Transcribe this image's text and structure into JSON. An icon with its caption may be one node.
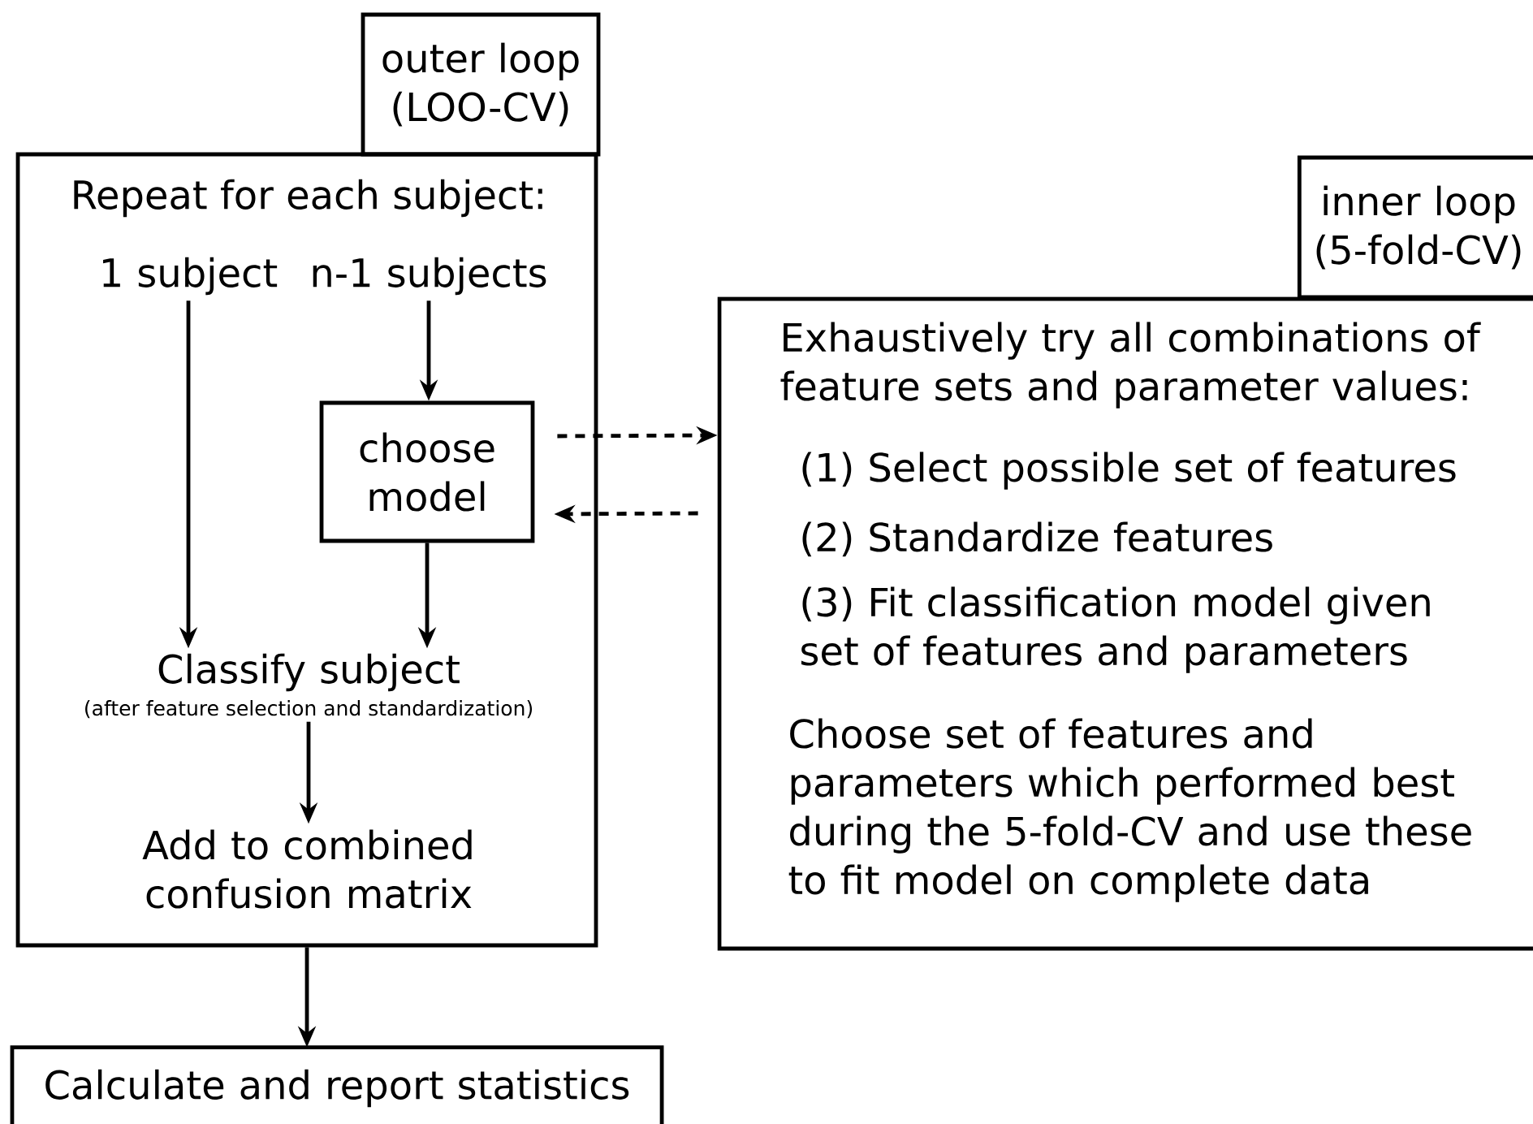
{
  "diagram": {
    "nodes": [
      {
        "text": [
          "outer loop (LOO-CV)"
        ]
      },
      {
        "text": [
          "Repeat for each subject:"
        ]
      },
      {
        "text": [
          "1 subject"
        ],
        "in": 1
      },
      {
        "text": [
          "n-1 subjects"
        ],
        "in": 1
      },
      {
        "text": [
          "choose model"
        ],
        "in": 1
      },
      {
        "text": [
          "Classify subject",
          "(after feature selection and standardization)"
        ],
        "in": 1
      },
      {
        "text": [
          "Add to combined confusion matrix"
        ],
        "in": 1
      },
      {
        "text": [
          "Calculate and report statistics"
        ]
      },
      {
        "text": [
          "inner loop (5-fold-CV)"
        ]
      },
      {
        "text": [
          "Exhaustively try all combinations of feature sets and parameter values:",
          "(1) Select possible set of features",
          "(2) Standardize features",
          "(3) Fit classification model given set of features and parameters",
          "Choose set of features and parameters which performed best during the 5-fold-CV and use these to fit model on complete data"
        ]
      }
    ],
    "edges": [
      {
        "from": 2,
        "to": 5,
        "arrow": "to"
      },
      {
        "from": 3,
        "to": 4,
        "arrow": "to"
      },
      {
        "from": 4,
        "to": 5,
        "arrow": "to"
      },
      {
        "from": 5,
        "to": 6,
        "arrow": "to"
      },
      {
        "from": 1,
        "to": 7,
        "arrow": "to"
      },
      {
        "from": 4,
        "to": 9,
        "arrow": "to",
        "style": "dashed"
      },
      {
        "from": 9,
        "to": 4,
        "arrow": "to",
        "style": "dashed"
      }
    ]
  }
}
